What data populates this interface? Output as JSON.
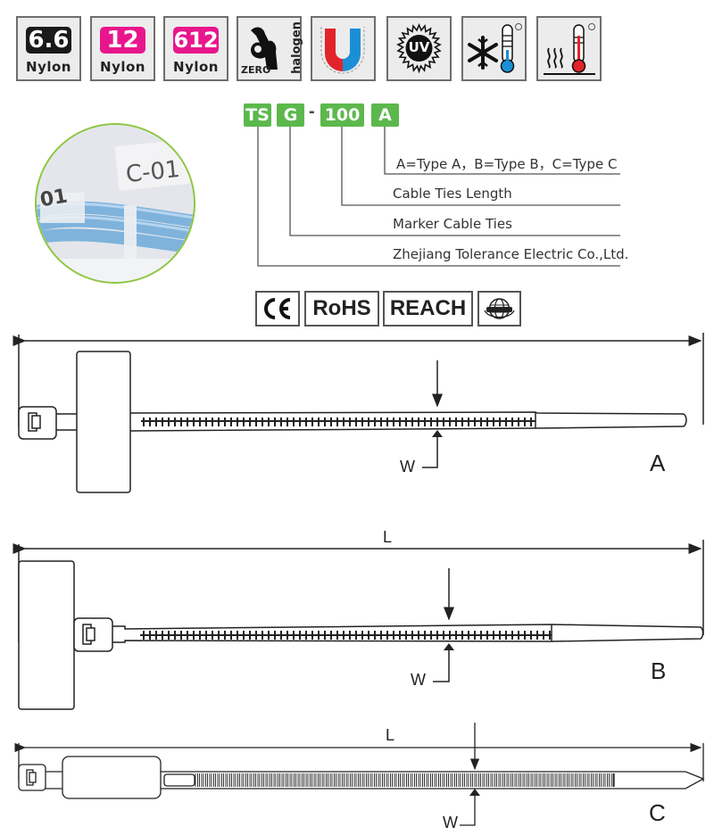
{
  "feature_badges": [
    {
      "id": "nylon66",
      "number": "6.6",
      "label": "Nylon",
      "number_bg": "#1a1a1a"
    },
    {
      "id": "nylon12",
      "number": "12",
      "label": "Nylon",
      "number_bg": "#e8168c"
    },
    {
      "id": "nylon612",
      "number": "612",
      "label": "Nylon",
      "number_bg": "#e8168c"
    },
    {
      "id": "zero-halogen",
      "text_zero": "ZERO",
      "text_halogen": "halogen"
    },
    {
      "id": "magnetic",
      "icon": "magnet-icon",
      "colors": [
        "#e0242a",
        "#1b8fd6"
      ]
    },
    {
      "id": "uv",
      "icon": "uv-sun-icon",
      "text": "UV"
    },
    {
      "id": "cold-resistant",
      "icon": "snowflake-thermometer-icon",
      "fluid_color": "#1b8fd6"
    },
    {
      "id": "heat-resistant",
      "icon": "heat-thermometer-icon",
      "fluid_color": "#e0242a"
    }
  ],
  "part_code": {
    "segments": [
      "TS",
      "G",
      "100",
      "A"
    ],
    "separator": "-",
    "accent": "#5cb84c",
    "legend": [
      "A=Type A，B=Type B，C=Type C",
      "Cable Ties Length",
      "Marker  Cable Ties",
      "Zhejiang Tolerance Electric Co.,Ltd."
    ]
  },
  "photo": {
    "marker_text": "C-01",
    "marker_text_partial": "01",
    "ring_color": "#8cc63f",
    "cable_color": "#7fb3dc"
  },
  "certifications": [
    "CE",
    "RoHS",
    "REACH",
    "ISO-globe"
  ],
  "diagrams": [
    {
      "type": "A",
      "length_label": "",
      "width_label": "W"
    },
    {
      "type": "B",
      "length_label": "L",
      "width_label": "W"
    },
    {
      "type": "C",
      "length_label": "L",
      "width_label": "W"
    }
  ]
}
